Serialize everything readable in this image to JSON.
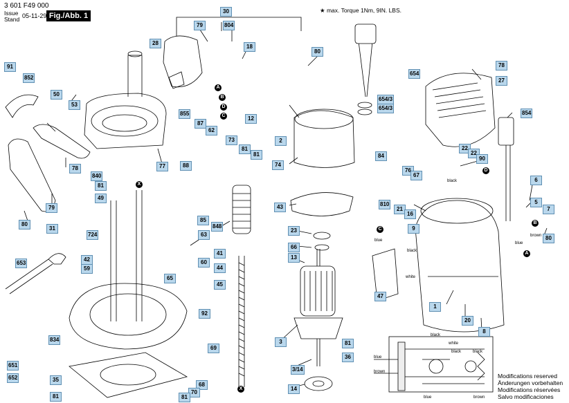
{
  "header": {
    "code": "3 601 F49 000",
    "issue_stand": "Issue\nStand",
    "date": "05-11-29",
    "fig": "Fig./Abb. 1",
    "torque_note": "★ max. Torque 1Nm, 9IN. LBS."
  },
  "footer": {
    "notes": [
      "Modifications reserved",
      "Änderungen vorbehalten",
      "Modifications réservées",
      "Salvo modificaciones"
    ]
  },
  "labels": {
    "l30": "30",
    "l804": "804",
    "l79a": "79",
    "l18": "18",
    "l28": "28",
    "l80a": "80",
    "l91": "91",
    "l852": "852",
    "l50": "50",
    "l53": "53",
    "l78a": "78",
    "l855": "855",
    "l87": "87",
    "l62": "62",
    "l73": "73",
    "l81a": "81",
    "l81b": "81",
    "l77": "77",
    "l88": "88",
    "l840": "840",
    "l81c": "81",
    "l49": "49",
    "l79b": "79",
    "l80b": "80",
    "l31": "31",
    "l724": "724",
    "l85": "85",
    "l63": "63",
    "l848": "848",
    "l41": "41",
    "l44": "44",
    "l45": "45",
    "l60": "60",
    "l65": "65",
    "l653": "653",
    "l42": "42",
    "l59": "59",
    "l92": "92",
    "l834": "834",
    "l69": "69",
    "l651": "651",
    "l652": "652",
    "l35": "35",
    "l81d": "81",
    "l68": "68",
    "l70": "70",
    "l81e": "81",
    "l654": "654",
    "l6543a": "654/3",
    "l6543b": "654/3",
    "l12": "12",
    "l2": "2",
    "l74": "74",
    "l43": "43",
    "l23": "23",
    "l66": "66",
    "l13": "13",
    "l3": "3",
    "l314": "3/14",
    "l14": "14",
    "l81f": "81",
    "l36": "36",
    "l78b": "78",
    "l27": "27",
    "l854": "854",
    "l84": "84",
    "l76": "76",
    "l67": "67",
    "l22a": "22",
    "l22b": "22",
    "l90": "90",
    "l810": "810",
    "l21": "21",
    "l16": "16",
    "l9": "9",
    "l6": "6",
    "l5": "5",
    "l7": "7",
    "l80c": "80",
    "l47": "47",
    "l1": "1",
    "l20": "20",
    "l8": "8"
  },
  "connectors": {
    "A": "A",
    "B": "B",
    "C": "C",
    "D": "D",
    "X": "X"
  },
  "wires": {
    "blue": "blue",
    "brown": "brown",
    "black": "black",
    "white": "white"
  },
  "palette": {
    "label_fill": "#b9d7ec",
    "label_stroke": "#5f8fb2",
    "line": "#000000"
  }
}
